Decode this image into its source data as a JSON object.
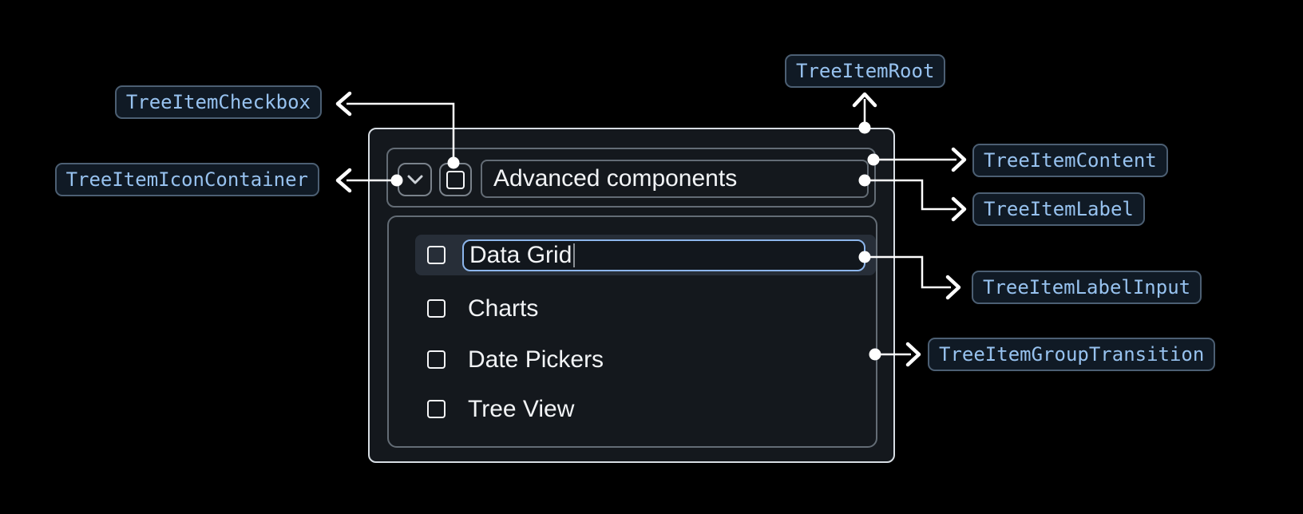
{
  "badges": {
    "root": "TreeItemRoot",
    "checkbox": "TreeItemCheckbox",
    "icon_container": "TreeItemIconContainer",
    "content": "TreeItemContent",
    "label": "TreeItemLabel",
    "label_input": "TreeItemLabelInput",
    "group_transition": "TreeItemGroupTransition"
  },
  "tree": {
    "parent_label": "Advanced components",
    "editing_value": "Data Grid",
    "children": [
      "Charts",
      "Date Pickers",
      "Tree View"
    ]
  },
  "icons": {
    "expand": "chevron-down-icon",
    "checkbox": "checkbox-unchecked-icon"
  },
  "colors": {
    "background": "#000000",
    "tree_background": "#14181d",
    "root_border": "#d7dde3",
    "inner_border": "#636c75",
    "row_highlight": "#272e38",
    "input_border": "#8db6ec",
    "badge_background": "#101a25",
    "badge_border": "#4c5f73",
    "badge_text": "#97c2ef",
    "connector": "#ffffff",
    "text": "#f2f4f6"
  }
}
